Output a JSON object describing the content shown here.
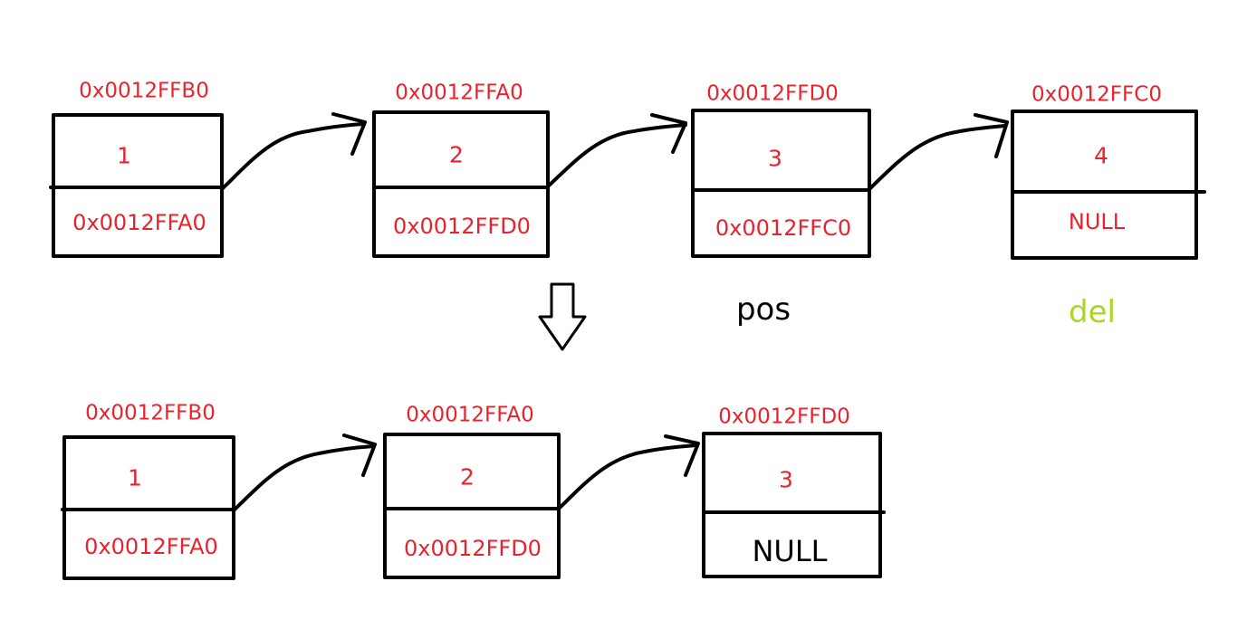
{
  "colors": {
    "text_red": "#e8232e",
    "text_black": "#000000",
    "del_green": "#a8d820",
    "stroke": "#000000"
  },
  "before": {
    "nodes": [
      {
        "address": "0x0012FFB0",
        "value": "1",
        "next": "0x0012FFA0"
      },
      {
        "address": "0x0012FFA0",
        "value": "2",
        "next": "0x0012FFD0"
      },
      {
        "address": "0x0012FFD0",
        "value": "3",
        "next": "0x0012FFC0"
      },
      {
        "address": "0x0012FFC0",
        "value": "4",
        "next": "NULL"
      }
    ],
    "labels": {
      "pos": "pos",
      "del": "del"
    }
  },
  "after": {
    "nodes": [
      {
        "address": "0x0012FFB0",
        "value": "1",
        "next": "0x0012FFA0"
      },
      {
        "address": "0x0012FFA0",
        "value": "2",
        "next": "0x0012FFD0"
      },
      {
        "address": "0x0012FFD0",
        "value": "3",
        "next": "NULL"
      }
    ]
  }
}
